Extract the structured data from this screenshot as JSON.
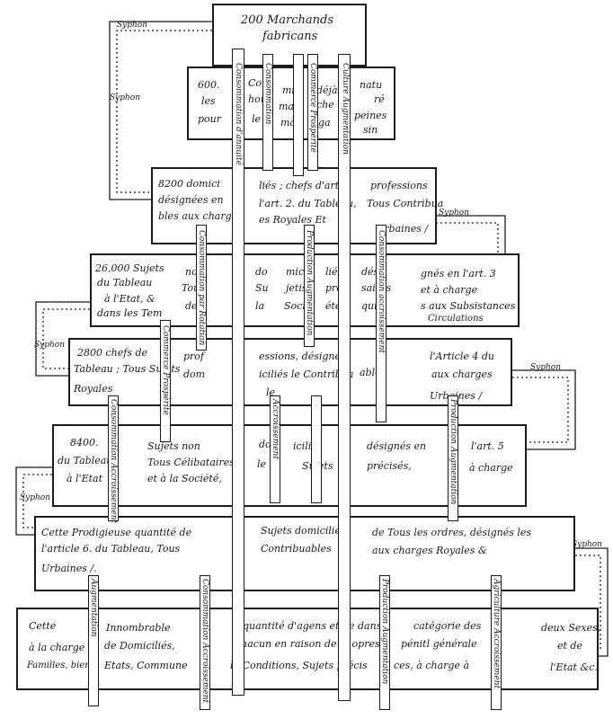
{
  "top": {
    "line1": "200 Marchands",
    "line2": "fabricans"
  },
  "tier1": {
    "c1a": "600.",
    "c1b": "les",
    "c1c": "pour",
    "c2a": "Com",
    "c2b": "hom",
    "c2c": "le",
    "c3a": "mis",
    "c3b": "mar",
    "c3c": "ma",
    "c4a": "déjà",
    "c4b": "che",
    "c4c": "ga",
    "c5a": "natu",
    "c5b": "ré",
    "c5c": "peines",
    "c5d": "sin"
  },
  "tier2": {
    "l1": "8200 domici",
    "l2": "désignées en",
    "l3": "bles aux charg",
    "m1": "liés ; chefs d'art",
    "m2": "l'art. 2. du Tableau,",
    "m3": "es Royales Et",
    "r1": "professions",
    "r2": "Tous Contribua",
    "r3": "Urbaines /"
  },
  "tier3": {
    "l1": "26,000 Sujets",
    "l2": "du Tableau",
    "l3": "à l'Etat, &",
    "l4": "dans les Tem",
    "c1": "non",
    "c2": "Tous",
    "c3": "de",
    "d1": "do",
    "d2": "Su",
    "d3": "la",
    "e1": "mici",
    "e2": "jetis",
    "e3": "Soci",
    "f1": "liés",
    "f2": "préci",
    "f3": "étés",
    "g1": "dési",
    "g2": "saires",
    "g3": "quit",
    "r1": "gnés en l'art. 3",
    "r2": "et à charge",
    "r3": "s aux Subsistances",
    "r4": "Circulations"
  },
  "tier4": {
    "l1": "2800 chefs de",
    "l2": "Tableau ; Tous Sujets",
    "l3": "Royales",
    "m1": "prof",
    "m2": "essions, désignés",
    "m3": "dom",
    "m4": "iciliés le Contribua",
    "m5": "le",
    "m6": "ables",
    "r1": "l'Article 4 du",
    "r2": "aux charges",
    "r3": "Urbaines /"
  },
  "tier5": {
    "l1": "8400.",
    "l2": "du Tableau",
    "l3": "à l'Etat",
    "m1": "Sujets non",
    "m2": "Tous Célibataires",
    "m3": "et à la Société,",
    "c1": "dom",
    "c2": "le",
    "c3": "iciliés",
    "c4": "Sujets",
    "d1": "désignés en",
    "d2": "précisés,",
    "r1": "l'art. 5",
    "r2": "à charge"
  },
  "tier6": {
    "l1": "Cette Prodigieuse quantité de",
    "l2": "l'article 6. du Tableau, Tous",
    "l3": "Urbaines /.",
    "m1": "Sujets domiciliés",
    "m2": "Contribuables",
    "r1": "de Tous les ordres, désignés les",
    "r2": "aux charges Royales &"
  },
  "tier7": {
    "a1": "Cette",
    "a2": "à la charge",
    "a3": "Familles, biens",
    "b1": "Innombrable",
    "b2": "de Domiciliés,",
    "b3": "Etats, Commune",
    "c1": "quantité d'agens et de dans",
    "c2": "chacun en raison de la opres",
    "c3": "le Conditions, Sujets précis",
    "d1": "catégorie des",
    "d2": "pénitl générale",
    "d3": "ces, à charge à",
    "e1": "deux Sexes,",
    "e2": "et de",
    "e3": "l'Etat &c."
  },
  "straps": {
    "s1": "Consommation d'annuité",
    "s2": "Consommation",
    "s3": "Commerce Prospérité",
    "s4": "Culture Augmentation",
    "s5": "Consommation par Rotation",
    "s6": "Production Augmentation",
    "s7": "Consommation accroissement",
    "s8": "Commerce Prospérité",
    "s9": "Consommation Accroissement",
    "s10": "Accroissement",
    "s11": "Production Augmentation",
    "s12": "Augmentation",
    "s13": "Consommation Accroissement",
    "s14": "Production Augmentation",
    "s15": "Agriculture Accroissement"
  },
  "siphons": {
    "top_left": "Syphon",
    "left2": "Syphon",
    "mid_right": "Syphon",
    "left3": "Syphon",
    "right4": "Syphon",
    "left5": "Syphon",
    "right6": "Syphon"
  }
}
